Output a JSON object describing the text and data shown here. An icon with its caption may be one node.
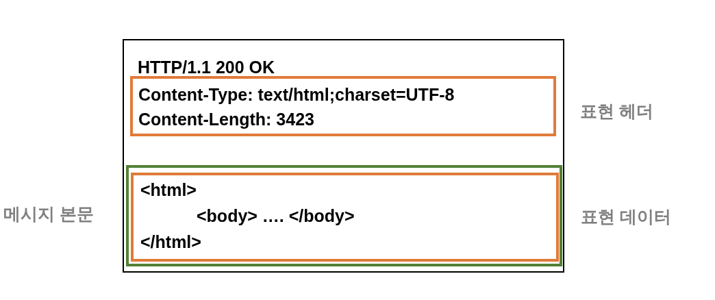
{
  "diagram": {
    "nodes": [
      {
        "text": [
          "HTTP/1.1 200 OK"
        ]
      },
      {
        "text": [
          "Content-Type: text/html;charset=UTF-8",
          "Content-Length: 3423"
        ],
        "in": 0,
        "beside": [
          "표현 헤더"
        ]
      },
      {
        "text": [],
        "shape": "box",
        "in": 0,
        "beside": [
          "메시지 본문"
        ]
      },
      {
        "text": [
          "<html>",
          "<body> …. </body>",
          "</html>"
        ],
        "in": 2,
        "beside": [
          "표현 데이터"
        ]
      }
    ],
    "edges": []
  }
}
